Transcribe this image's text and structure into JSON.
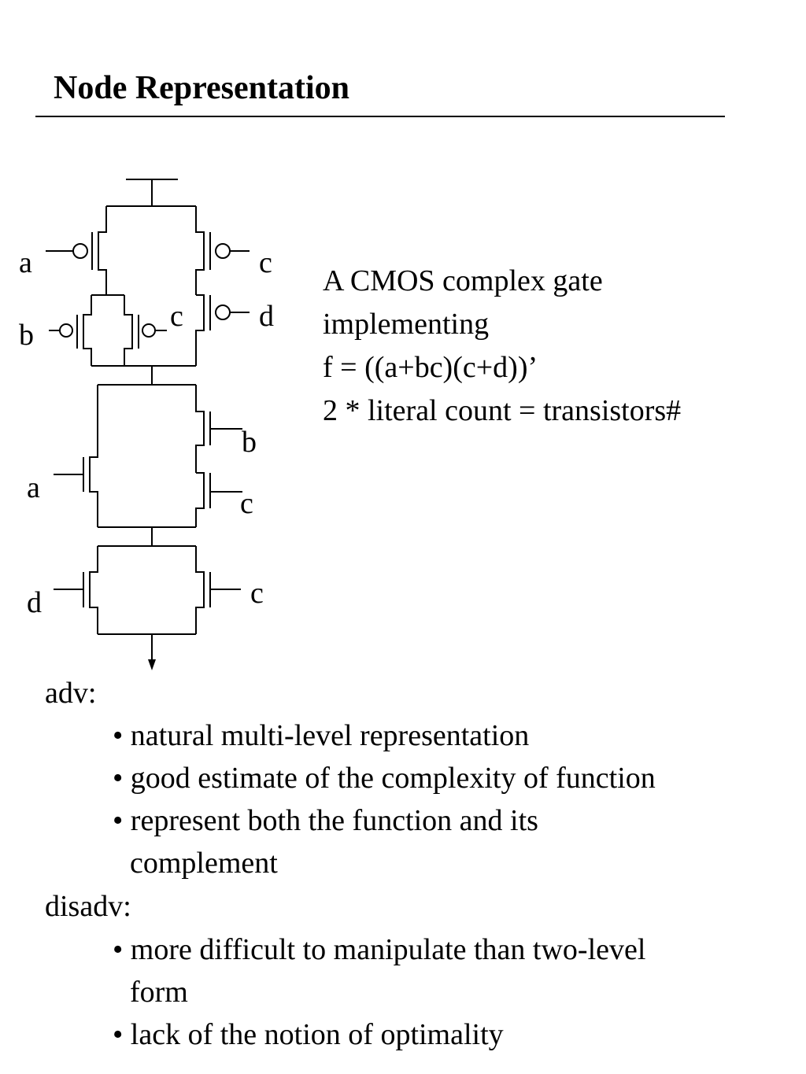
{
  "slide": {
    "title": "Node Representation"
  },
  "circuit": {
    "pmos_labels": {
      "a": "a",
      "b": "b",
      "c_inner": "c",
      "c_right": "c",
      "d": "d"
    },
    "nmos_labels": {
      "b": "b",
      "a": "a",
      "c_mid": "c",
      "d": "d",
      "c_bottom": "c"
    }
  },
  "description": {
    "line1": "A CMOS complex gate",
    "line2": "implementing",
    "line3": "f = ((a+bc)(c+d))’",
    "line4": "2 * literal count = transistors#"
  },
  "advantages": {
    "heading": "adv:",
    "items": [
      "• natural multi-level representation",
      "• good estimate of the complexity of function",
      "• represent both the function and its",
      "complement"
    ]
  },
  "disadvantages": {
    "heading": "disadv:",
    "items": [
      "• more difficult to manipulate than two-level",
      "form",
      "• lack of the notion of optimality"
    ]
  }
}
